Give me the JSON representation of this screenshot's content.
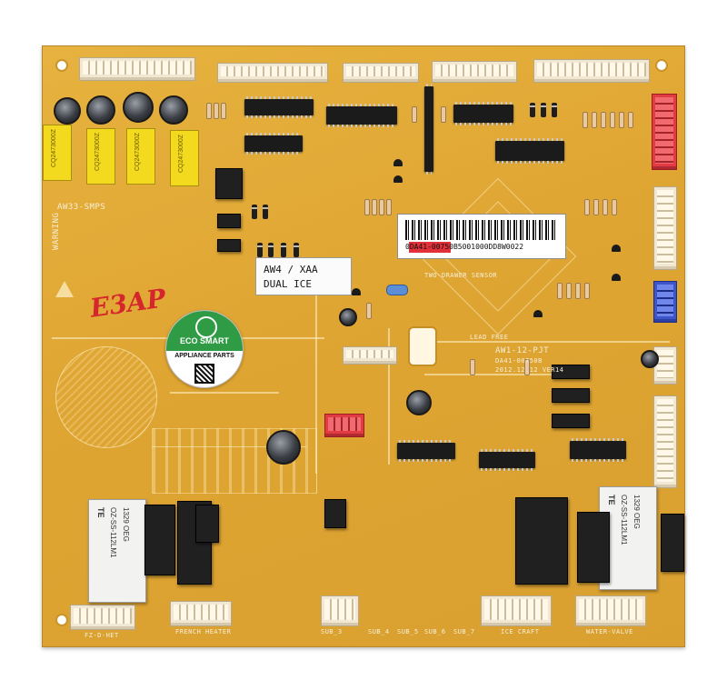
{
  "board_labels": {
    "smps": "AW33-SMPS",
    "warning": "WARNING",
    "model_block": "AW1-12-PJT",
    "part_no": "DA41-00750B",
    "date_rev": "2012.12.12 VER14",
    "lead_free": "LEAD FREE",
    "sensor": "TWO-DRAWER SENSOR"
  },
  "label_card": {
    "line1": "AW4 / XAA",
    "line2": "DUAL ICE"
  },
  "barcode": {
    "text": "0DA41-00750B5001000DD8W0022"
  },
  "handwriting": {
    "text": "E3AP"
  },
  "logo": {
    "line1": "ECO SMART",
    "line2": "APPLIANCE PARTS",
    "icon": "recycle-icon"
  },
  "relays": {
    "brand": "TE",
    "model": "OZ-SS-112LM1",
    "code": "1329 OEG"
  },
  "capacitors": {
    "code": "CQ2473000Z"
  },
  "connectors_bottom": [
    "FZ-D-HET",
    "FRENCH HEATER",
    "SUB_3",
    "SUB_4",
    "SUB_5",
    "SUB_6",
    "SUB_7",
    "ICE CRAFT",
    "WATER-VALVE"
  ],
  "colors": {
    "board": "#dfa532",
    "connector_red": "#e23b43",
    "connector_blue": "#3c55c9",
    "logo_green": "#2f9b45",
    "handwriting": "#d4262c"
  }
}
